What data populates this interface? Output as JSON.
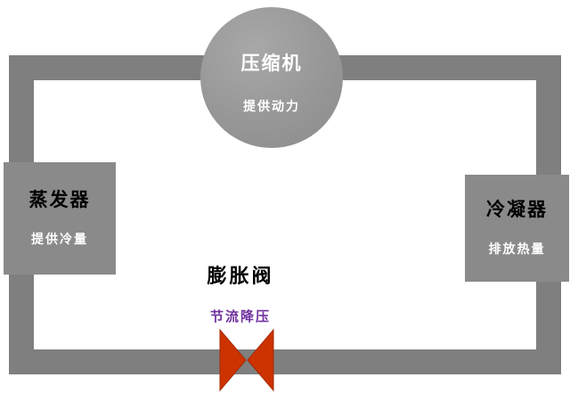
{
  "diagram": {
    "title": "refrigeration-cycle",
    "compressor": {
      "title": "压缩机",
      "subtitle": "提供动力"
    },
    "evaporator": {
      "title": "蒸发器",
      "subtitle": "提供冷量"
    },
    "condenser": {
      "title": "冷凝器",
      "subtitle": "排放热量"
    },
    "expansion_valve": {
      "title": "膨胀阀",
      "subtitle": "节流降压"
    },
    "colors": {
      "pipe_gray": "#7f7f7f",
      "node_gray": "#8a8a8a",
      "circle_gray": "#979797",
      "title_black": "#000000",
      "subtitle_white": "#ffffff",
      "throttle_purple": "#7030a0",
      "valve_red": "#cc3300",
      "background": "#ffffff"
    }
  }
}
